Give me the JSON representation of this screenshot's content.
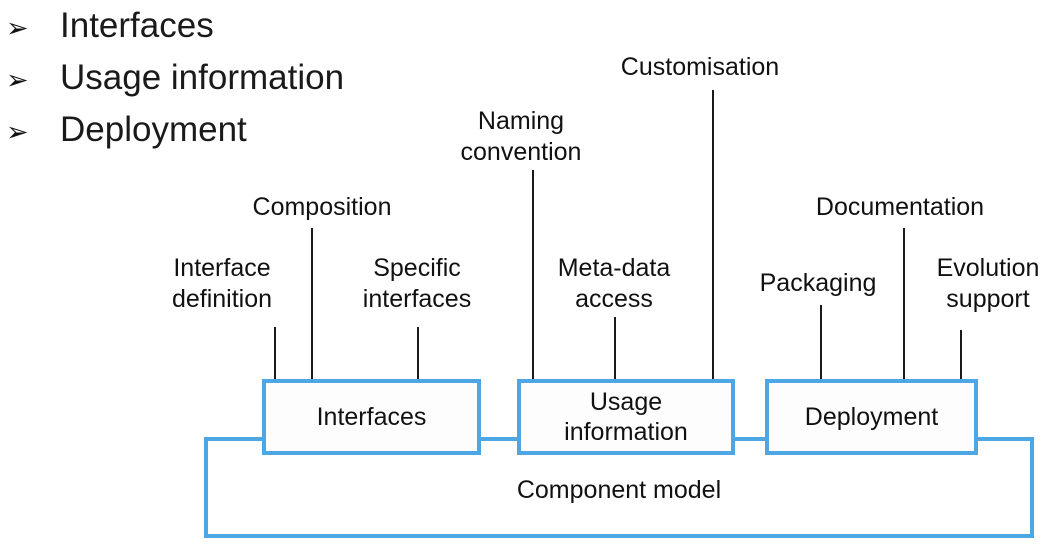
{
  "slide": {
    "bullets": {
      "marker": "➢",
      "marker_icon": "arrowhead-bullet-icon",
      "items": [
        {
          "label": "Interfaces"
        },
        {
          "label": "Usage information"
        },
        {
          "label": "Deployment"
        }
      ]
    },
    "diagram": {
      "container_caption": "Component model",
      "accent_color": "#4ea7e5",
      "text_color": "#111111",
      "leader_color": "#1a1a1a",
      "boxes": [
        {
          "id": "interfaces",
          "label": "Interfaces"
        },
        {
          "id": "usage-information",
          "label": "Usage\ninformation"
        },
        {
          "id": "deployment",
          "label": "Deployment"
        }
      ],
      "annotations": [
        {
          "id": "interface-definition",
          "label": "Interface\ndefinition",
          "group": "interfaces"
        },
        {
          "id": "composition",
          "label": "Composition",
          "group": "interfaces"
        },
        {
          "id": "specific-interfaces",
          "label": "Specific\ninterfaces",
          "group": "interfaces"
        },
        {
          "id": "naming-convention",
          "label": "Naming\nconvention",
          "group": "usage-information"
        },
        {
          "id": "meta-data-access",
          "label": "Meta-data\naccess",
          "group": "usage-information"
        },
        {
          "id": "customisation",
          "label": "Customisation",
          "group": "usage-information"
        },
        {
          "id": "packaging",
          "label": "Packaging",
          "group": "deployment"
        },
        {
          "id": "documentation",
          "label": "Documentation",
          "group": "deployment"
        },
        {
          "id": "evolution-support",
          "label": "Evolution\nsupport",
          "group": "deployment"
        }
      ]
    }
  }
}
